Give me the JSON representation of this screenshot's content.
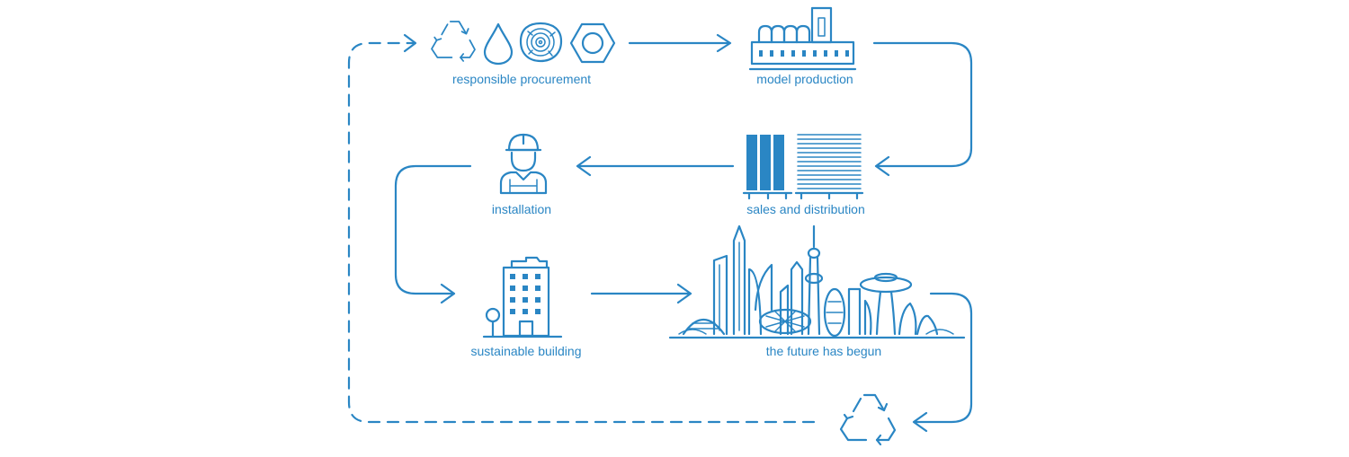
{
  "colors": {
    "accent": "#2a86c4",
    "background": "#ffffff"
  },
  "stages": {
    "procurement": {
      "label": "responsible procurement",
      "icons": [
        "recycle-icon",
        "water-drop-icon",
        "wood-log-icon",
        "hex-nut-icon"
      ]
    },
    "production": {
      "label": "model production",
      "icons": [
        "factory-icon"
      ]
    },
    "sales": {
      "label": "sales and distribution",
      "icons": [
        "panel-stack-icon"
      ]
    },
    "installation": {
      "label": "installation",
      "icons": [
        "worker-icon"
      ]
    },
    "building": {
      "label": "sustainable building",
      "icons": [
        "building-icon"
      ]
    },
    "future": {
      "label": "the future has begun",
      "icons": [
        "skyline-icon"
      ]
    },
    "recycling": {
      "label": "",
      "icons": [
        "recycle-icon"
      ]
    }
  }
}
